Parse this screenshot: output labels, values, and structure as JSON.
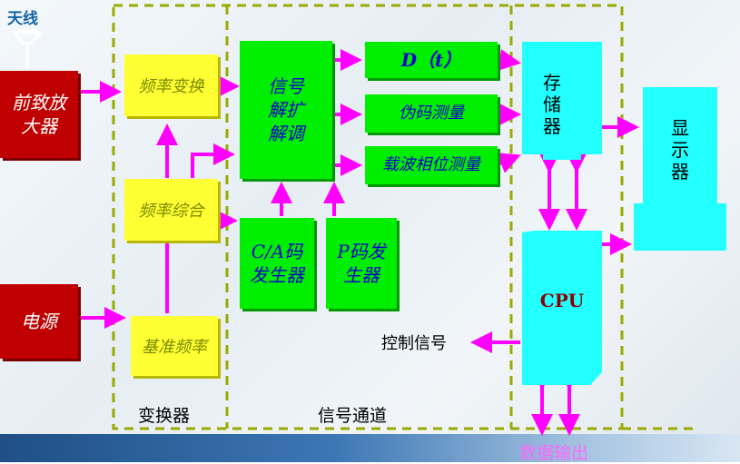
{
  "title": "天线",
  "blocks": {
    "preamp": "前致放大器",
    "power": "电源",
    "freq_conv": "频率变换",
    "freq_synth": "频率综合",
    "ref_freq": "基准频率",
    "despread": "信号解扩解调",
    "ca_gen": "C/A码发生器",
    "p_gen": "P码发生器",
    "dt": "D（t）",
    "pseudo": "伪码测量",
    "carrier": "载波相位测量",
    "memory": "存储器",
    "display": "显示器",
    "cpu": "CPU"
  },
  "labels": {
    "converter": "变换器",
    "signal_channel": "信号通道",
    "control_signal": "控制信号",
    "data_output": "数据输出"
  },
  "colors": {
    "red": "#c00000",
    "yellow": "#ffff33",
    "green": "#00ee00",
    "cyan": "#22ffff",
    "arrow": "#ff00ff",
    "dashed_border": "#99aa00"
  }
}
